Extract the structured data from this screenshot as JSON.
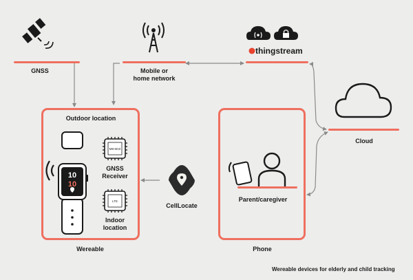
{
  "labels": {
    "gnss": "GNSS",
    "mobile_network": [
      "Mobile or",
      "home network"
    ],
    "brand": "thingstream",
    "cloud": "Cloud",
    "outdoor_location": "Outdoor location",
    "gnss_receiver": [
      "GNSS",
      "Receiver"
    ],
    "indoor_location": [
      "Indoor",
      "location"
    ],
    "celllocate": "CellLocate",
    "parent_caregiver": "Parent/caregiver",
    "wearable": "Wereable",
    "phone": "Phone",
    "watch_time": [
      "10",
      "10"
    ],
    "chip_top": "M8-M10",
    "chip_bottom": "LTE",
    "caption": "Wereable devices for elderly and child tracking"
  },
  "colors": {
    "accent": "#ef6f5e",
    "icon": "#1a1a1a",
    "arrow": "#8a8a8a",
    "background": "#ededec"
  },
  "icons": [
    "satellite-icon",
    "cell-tower-icon",
    "wireless-cloud-icon",
    "lock-cloud-icon",
    "cloud-icon",
    "smartwatch-icon",
    "chip-icon",
    "location-pin-icon",
    "phone-icon",
    "person-icon",
    "wave-icon"
  ]
}
